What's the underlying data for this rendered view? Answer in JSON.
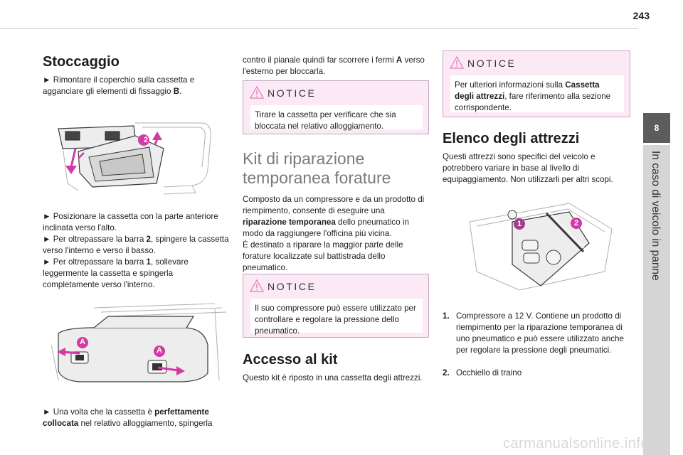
{
  "page_number": "243",
  "chapter": {
    "number": "8",
    "title": "In caso di veicolo in panne"
  },
  "watermark": "carmanualsonline.info",
  "col1": {
    "heading": "Stoccaggio",
    "p1": "► Rimontare il coperchio sulla cassetta e agganciare gli elementi di fissaggio ",
    "p1_b": "B",
    "p1_end": ".",
    "fig1_label": "2",
    "p2_lines": [
      "► Posizionare la cassetta con la parte anteriore inclinata verso l'alto.",
      "► Per oltrepassare la barra ",
      "2",
      ", spingere la cassetta verso l'interno e verso il basso.",
      "► Per oltrepassare la barra ",
      "1",
      ", sollevare leggermente la cassetta e spingerla completamente verso l'interno."
    ],
    "fig2_label_a": "A",
    "fig2_label_b": "A",
    "p3": "► Una volta che la cassetta è ",
    "p3_b": "perfettamente collocata",
    "p3_end": " nel relativo alloggiamento, spingerla"
  },
  "col2": {
    "p1": "contro il pianale quindi far scorrere i fermi ",
    "p1_b": "A",
    "p1_end": " verso l'esterno per bloccarla.",
    "notice1": {
      "head": "NOTICE",
      "text": "Tirare la cassetta per verificare che sia bloccata nel relativo alloggiamento."
    },
    "heading": "Kit di riparazione temporanea forature",
    "p2": "Composto da un compressore e da un prodotto di riempimento, consente di eseguire una ",
    "p2_b": "riparazione temporanea",
    "p2_mid": " dello pneumatico in modo da raggiungere l'officina più vicina.",
    "p2_2": "È destinato a riparare la maggior parte delle forature localizzate sul battistrada dello pneumatico.",
    "notice2": {
      "head": "NOTICE",
      "text": "Il suo compressore può essere utilizzato per controllare e regolare la pressione dello pneumatico."
    },
    "heading2": "Accesso al kit",
    "p3": "Questo kit è riposto in una cassetta degli attrezzi."
  },
  "col3": {
    "notice": {
      "head": "NOTICE",
      "text_a": "Per ulteriori informazioni sulla ",
      "text_b": "Cassetta degli attrezzi",
      "text_c": ", fare riferimento alla sezione corrispondente."
    },
    "heading": "Elenco degli attrezzi",
    "p1": "Questi attrezzi sono specifici del veicolo e potrebbero variare in base al livello di equipaggiamento. Non utilizzarli per altri scopi.",
    "fig_label1": "1",
    "fig_label2": "2",
    "items": [
      {
        "num": "1.",
        "text": "Compressore a 12 V. Contiene un prodotto di riempimento per la riparazione temporanea di uno pneumatico e può essere utilizzato anche per regolare la pressione degli pneumatici."
      },
      {
        "num": "2.",
        "text": "Occhiello di traino"
      }
    ]
  },
  "colors": {
    "accent": "#a43c8f",
    "notice_bg": "#fce9f6",
    "tab": "#5c5c5c",
    "strip": "#d5d5d5"
  }
}
